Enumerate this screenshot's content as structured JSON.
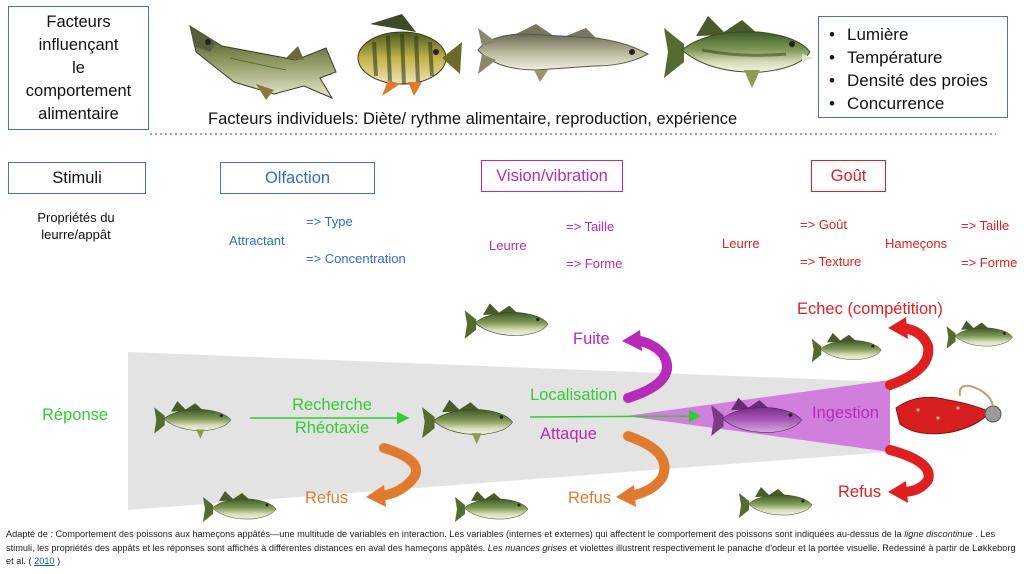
{
  "header": {
    "factors_box": "Facteurs\ninfluençant\nle\ncomportement\nalimentaire",
    "individual_factors": "Facteurs individuels: Diète/ rythme  alimentaire, reproduction, expérience",
    "env_factors": [
      "Lumière",
      "Température",
      "Densité des proies",
      "Concurrence"
    ]
  },
  "stimuli": {
    "stimuli_label": "Stimuli",
    "olfaction_label": "Olfaction",
    "vision_label": "Vision/vibration",
    "gout_label": "Goût",
    "properties_label": "Propriétés du\nleurre/appât",
    "attractant": "Attractant",
    "type": "=> Type",
    "concentration": "=> Concentration",
    "leurre_vision": "Leurre",
    "taille_vision": "=> Taille",
    "forme_vision": "=> Forme",
    "leurre_gout": "Leurre",
    "gout": "=> Goût",
    "texture": "=> Texture",
    "hamecons": "Hameçons",
    "taille_gout": "=> Taille",
    "forme_gout": "=> Forme"
  },
  "responses": {
    "reponse": "Réponse",
    "recherche": "Recherche",
    "rheotaxie": "Rhéotaxie",
    "localisation": "Localisation",
    "attaque": "Attaque",
    "fuite": "Fuite",
    "ingestion": "Ingestion",
    "echec": "Echec (compétition)",
    "refus1": "Refus",
    "refus2": "Refus",
    "refus3": "Refus"
  },
  "caption": {
    "part1": "Adapté de : Comportement des poissons aux hameçons appâtés—une multitude de variables en interaction. Les variables (internes et externes) qui affectent le comportement des poissons sont indiquées au-dessus de la ",
    "italic1": "ligne discontinue",
    "part2": " . Les stimuli, les propriétés des appâts et les réponses sont affichés à différentes distances en aval des hameçons appâtés. ",
    "italic2": "Les nuances grises",
    "part3": " et violettes illustrent respectivement le panache d'odeur et la portée visuelle. Redessiné à partir de Løkkeborg et al. ( ",
    "link": "2010",
    "part4": " )"
  },
  "colors": {
    "box_border": "#4472c4",
    "blue_text": "#2e6fc7",
    "purple": "#b82ab8",
    "red": "#e02020",
    "green": "#33cc33",
    "orange": "#e07a2e",
    "plume_grey": "#e3e3e3",
    "vision_pink": "#d07fdc"
  }
}
